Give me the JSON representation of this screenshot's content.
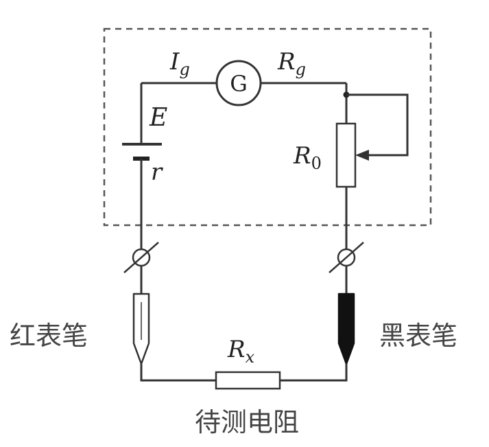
{
  "labels": {
    "current_main": "I",
    "current_sub": "g",
    "galvanometer": "G",
    "res_g_main": "R",
    "res_g_sub": "g",
    "emf": "E",
    "internal_r": "r",
    "res_0_main": "R",
    "res_0_sub": "0",
    "res_x_main": "R",
    "res_x_sub": "x",
    "red_probe": "红表笔",
    "black_probe": "黑表笔",
    "resistor_under_test": "待测电阻"
  },
  "colors": {
    "wire": "#333333",
    "dashed_box": "#555555",
    "black_probe_fill": "#111111",
    "red_probe_fill": "#ffffff"
  }
}
